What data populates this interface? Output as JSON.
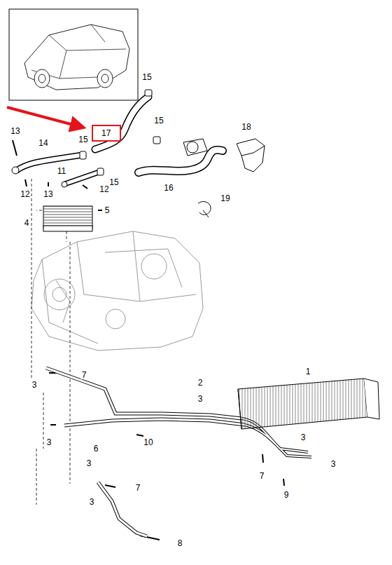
{
  "diagram": {
    "nodes": [
      {
        "text": [
          "17"
        ]
      }
    ],
    "labels": [
      "15",
      "13",
      "14",
      "15",
      "15",
      "18",
      "11",
      "12",
      "13",
      "12",
      "15",
      "16",
      "19",
      "5",
      "4",
      "1",
      "2",
      "3",
      "3",
      "7",
      "3",
      "10",
      "3",
      "3",
      "6",
      "3",
      "7",
      "7",
      "9",
      "3",
      "8"
    ]
  }
}
